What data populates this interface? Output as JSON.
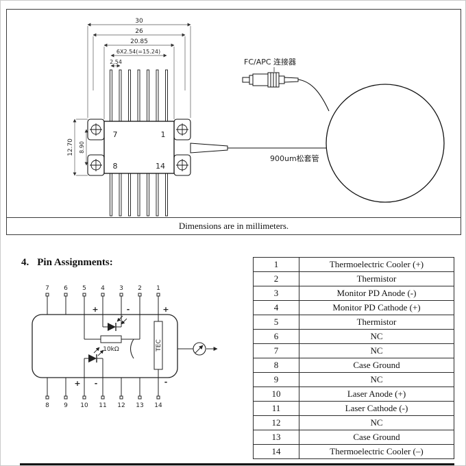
{
  "drawing": {
    "dims": {
      "total_width": "30",
      "flange_width": "26",
      "body_width": "20.85",
      "pin_span": "6X2.54(=15.24)",
      "pin_pitch": "2.54",
      "flange_height": "12.70",
      "hole_spacing": "8.90"
    },
    "package_pins": {
      "top_left": "7",
      "top_right": "1",
      "bottom_left": "8",
      "bottom_right": "14"
    },
    "labels": {
      "connector": "FC/APC 连接器",
      "tube": "900um松套管"
    },
    "note": "Dimensions are in millimeters."
  },
  "section": {
    "number": "4.",
    "title": "Pin Assignments:"
  },
  "schematic": {
    "top_pins": [
      "7",
      "6",
      "5",
      "4",
      "3",
      "2",
      "1"
    ],
    "bottom_pins": [
      "8",
      "9",
      "10",
      "11",
      "12",
      "13",
      "14"
    ],
    "resistor_label": "10kΩ",
    "tec_label": "TEC",
    "plus": "+",
    "minus": "-"
  },
  "table": {
    "rows": [
      {
        "pin": "1",
        "assignment": "Thermoelectric Cooler (+)"
      },
      {
        "pin": "2",
        "assignment": "Thermistor"
      },
      {
        "pin": "3",
        "assignment": "Monitor PD Anode (-)"
      },
      {
        "pin": "4",
        "assignment": "Monitor PD Cathode (+)"
      },
      {
        "pin": "5",
        "assignment": "Thermistor"
      },
      {
        "pin": "6",
        "assignment": "NC"
      },
      {
        "pin": "7",
        "assignment": "NC"
      },
      {
        "pin": "8",
        "assignment": "Case Ground"
      },
      {
        "pin": "9",
        "assignment": "NC"
      },
      {
        "pin": "10",
        "assignment": "Laser Anode (+)"
      },
      {
        "pin": "11",
        "assignment": "Laser Cathode (-)"
      },
      {
        "pin": "12",
        "assignment": "NC"
      },
      {
        "pin": "13",
        "assignment": "Case Ground"
      },
      {
        "pin": "14",
        "assignment": "Thermoelectric Cooler (–)"
      }
    ]
  }
}
